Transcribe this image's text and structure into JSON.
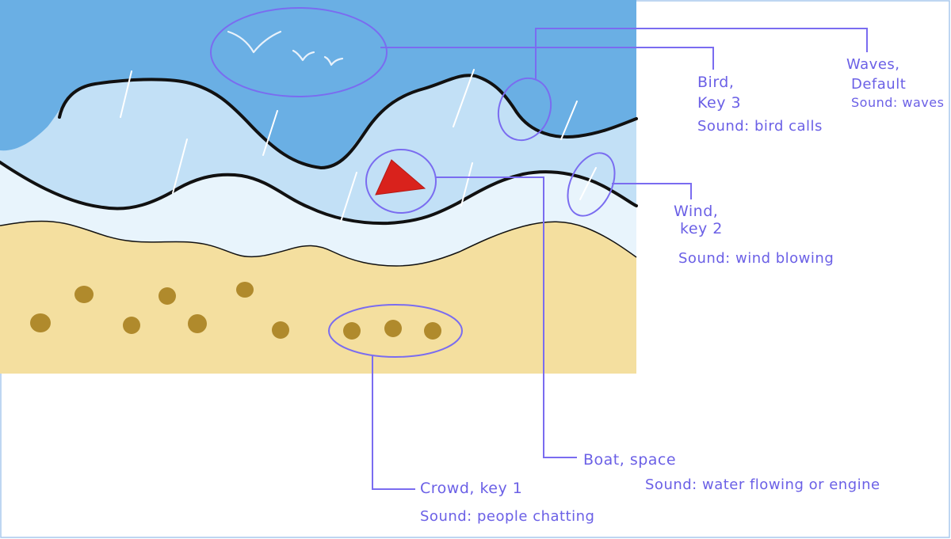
{
  "annotations": {
    "bird": {
      "name": "Bird,",
      "key": "Key 3",
      "sound": "Sound: bird calls"
    },
    "waves": {
      "name": "Waves,",
      "key": "Default",
      "sound": "Sound: waves"
    },
    "wind": {
      "name": "Wind,",
      "key": "key 2",
      "sound": "Sound: wind blowing"
    },
    "boat": {
      "name": "Boat, space",
      "sound": "Sound: water flowing or engine"
    },
    "crowd": {
      "name": "Crowd, key 1",
      "sound": "Sound: people chatting"
    }
  },
  "colors": {
    "sky_water": "#6aafe4",
    "mid_water": "#c2e0f6",
    "shallow_water": "#e8f4fc",
    "sand": "#f4df9f",
    "crowd_dot": "#b08a2c",
    "boat": "#d9221c",
    "annotation": "#7a6cf0",
    "outline": "#111111"
  }
}
